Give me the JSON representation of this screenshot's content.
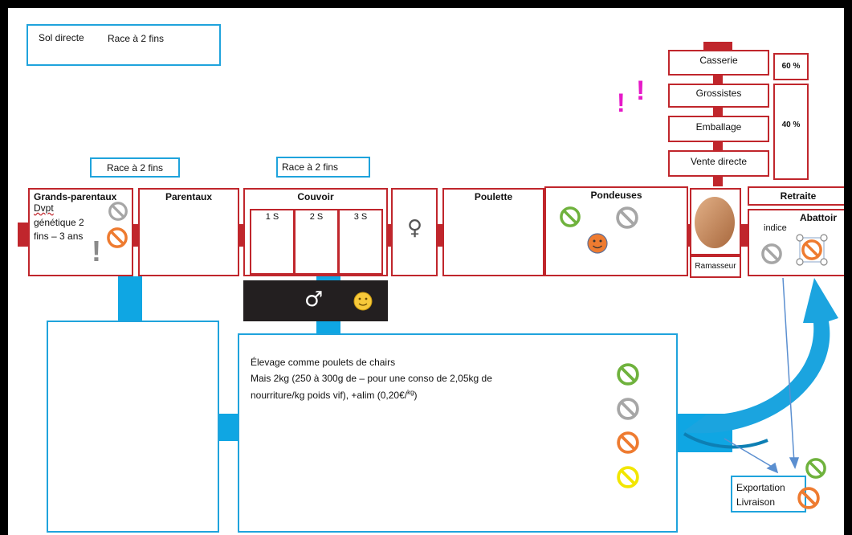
{
  "title_box": {
    "left": "Sol directe",
    "right": "Race à 2 fins"
  },
  "race_tags": [
    "Race à 2 fins",
    "Race à 2 fins"
  ],
  "stages": {
    "grands_parentaux": {
      "title": "Grands-parentaux",
      "desc": [
        "Dvpt",
        "génétique 2",
        "fins – 3 ans"
      ]
    },
    "parentaux": {
      "title": "Parentaux"
    },
    "couvoir": {
      "title": "Couvoir",
      "weeks": [
        "1 S",
        "2 S",
        "3 S"
      ]
    },
    "female": "♀",
    "poulette": "Poulette",
    "pondeuses": "Pondeuses",
    "ramasseur": "Ramasseur",
    "retraite": "Retraite",
    "abattoir": {
      "title": "Abattoir",
      "note": "indice"
    }
  },
  "channels": [
    {
      "label": "Casserie",
      "share": "60 %"
    },
    {
      "label": "Grossistes"
    },
    {
      "label": "Emballage",
      "share": "40 %"
    },
    {
      "label": "Vente directe"
    }
  ],
  "male_bar": {
    "symbol": "♂"
  },
  "exclamations": [
    "!",
    "!",
    "!"
  ],
  "elevage": {
    "lines": [
      "Élevage comme poulets de chairs",
      "Mais 2kg (250 à 300g de – pour une conso de 2,05kg de",
      "nourriture/kg poids vif), +alim (0,20€/"
    ],
    "unit_sup": "kg",
    "unit_close": ")"
  },
  "exportation": {
    "line1": "Exportation",
    "line2": "Livraison"
  },
  "colors": {
    "red": "#c0262c",
    "blue": "#1fa3dc",
    "green": "#6fb23d",
    "grey": "#a6a6a6",
    "orange": "#ee7b30",
    "yellow": "#f2e600",
    "magenta": "#e619c8"
  },
  "icons": [
    "no-entry-icon",
    "smiley-icon",
    "egg-icon",
    "arrow-icon"
  ]
}
